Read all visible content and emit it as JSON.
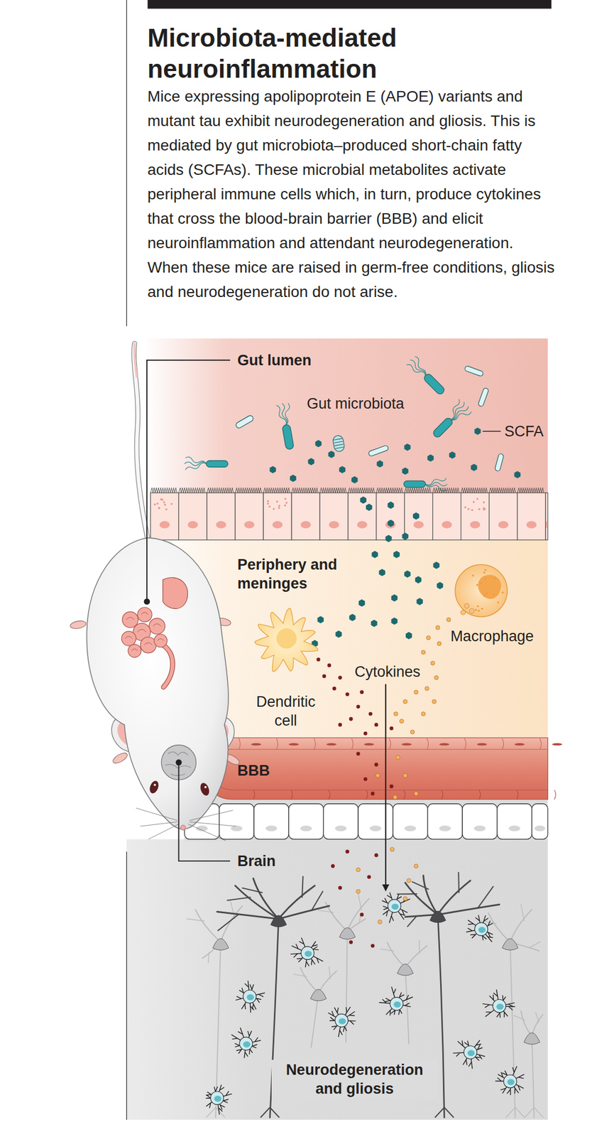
{
  "diagram": {
    "title": "Microbiota-mediated neuroinflammation",
    "caption": "Mice expressing apolipoprotein E (APOE) variants and mutant tau exhibit neurodegeneration and gliosis. This is mediated by gut microbiota–produced short-chain fatty acids (SCFAs). These microbial metabolites activate peripheral immune cells which, in turn, produce cytokines that cross the blood-brain barrier (BBB) and elicit neuroinflammation and attendant neurodegeneration. When these mice are raised in germ-free conditions, gliosis and neurodegeneration do not arise.",
    "nodes": [
      {
        "text": [
          "Gut lumen"
        ]
      },
      {
        "text": [
          "Periphery and meninges"
        ]
      },
      {
        "text": [
          "Macrophage"
        ],
        "in": 1
      },
      {
        "text": [
          "Dendritic cell"
        ],
        "in": 1
      },
      {
        "text": [
          "BBB"
        ]
      },
      {
        "text": [
          "Brain",
          "Neurodegeneration and gliosis"
        ]
      }
    ],
    "edges": [
      {
        "from": 1,
        "to": 5,
        "arrow": "to",
        "label": "Cytokines"
      }
    ],
    "labels": [
      "Gut microbiota",
      "SCFA"
    ]
  }
}
